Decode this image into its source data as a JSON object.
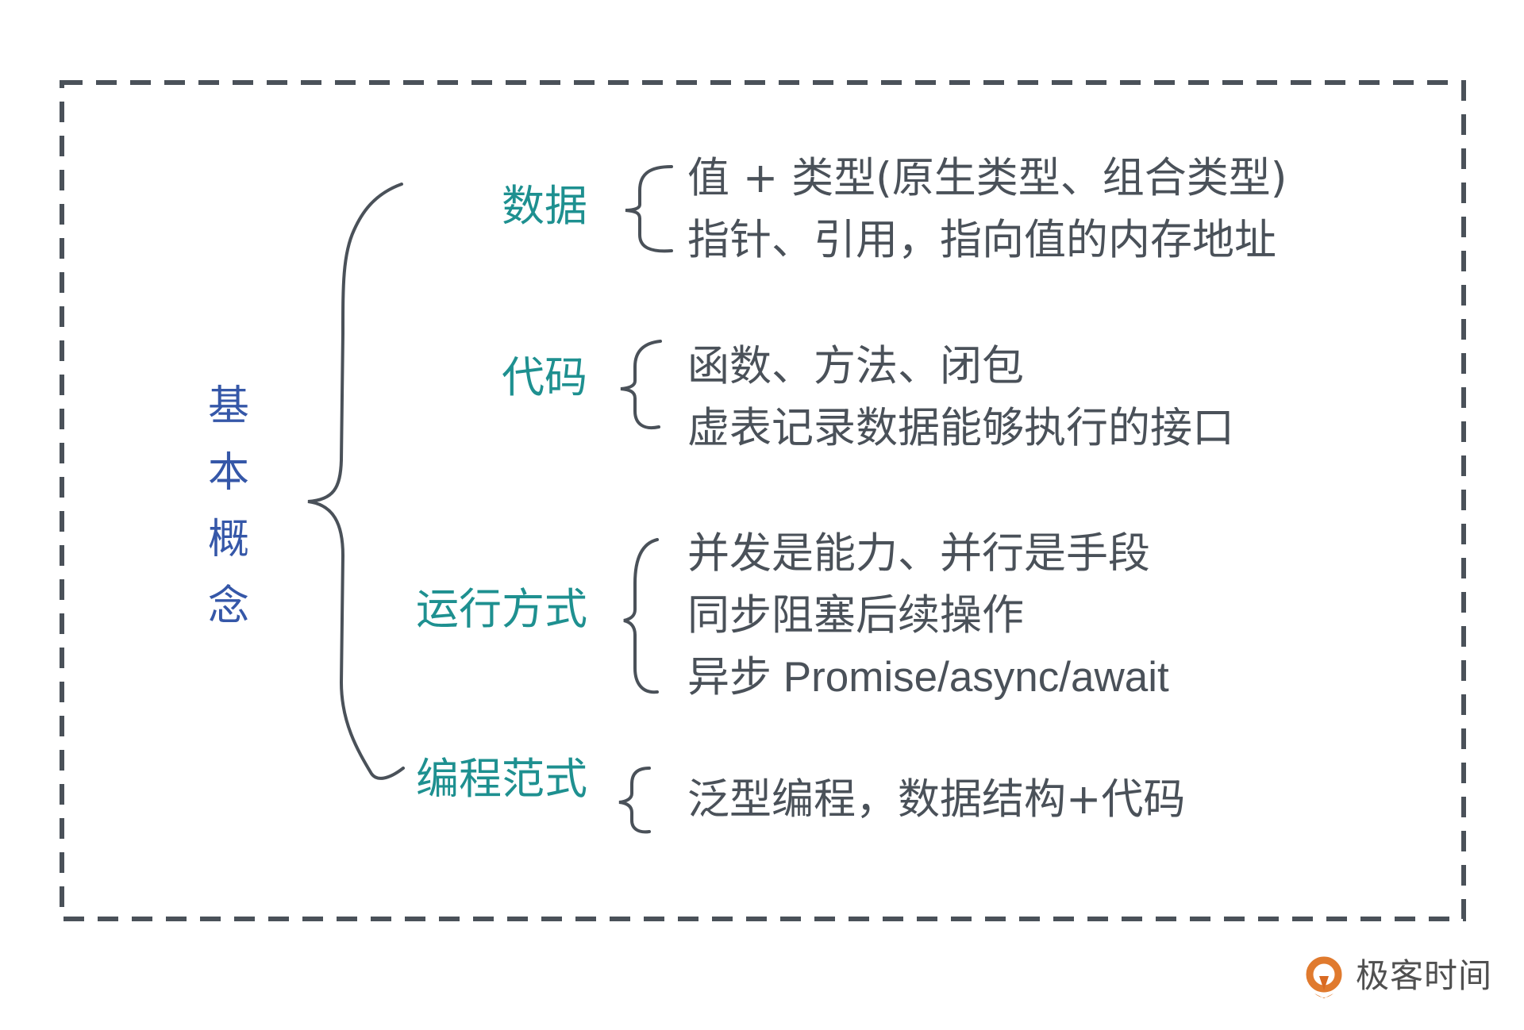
{
  "diagram": {
    "root": {
      "label": "基本概念",
      "chars": [
        "基",
        "本",
        "概",
        "念"
      ]
    },
    "categories": [
      {
        "label": "数据",
        "items": [
          "值 + 类型(原生类型、组合类型)",
          "指针、引用，指向值的内存地址"
        ]
      },
      {
        "label": "代码",
        "items": [
          "函数、方法、闭包",
          "虚表记录数据能够执行的接口"
        ]
      },
      {
        "label": "运行方式",
        "items": [
          "并发是能力、并行是手段",
          "同步阻塞后续操作",
          "异步 Promise/async/await"
        ]
      },
      {
        "label": "编程范式",
        "items": [
          "泛型编程，数据结构+代码"
        ]
      }
    ]
  },
  "colors": {
    "root": "#3557a8",
    "category": "#1e9090",
    "item": "#4a5159",
    "border": "#4a5159",
    "logo_accent": "#e07a2e"
  },
  "logo": {
    "text": "极客时间",
    "icon": "geektime-logo-icon"
  }
}
